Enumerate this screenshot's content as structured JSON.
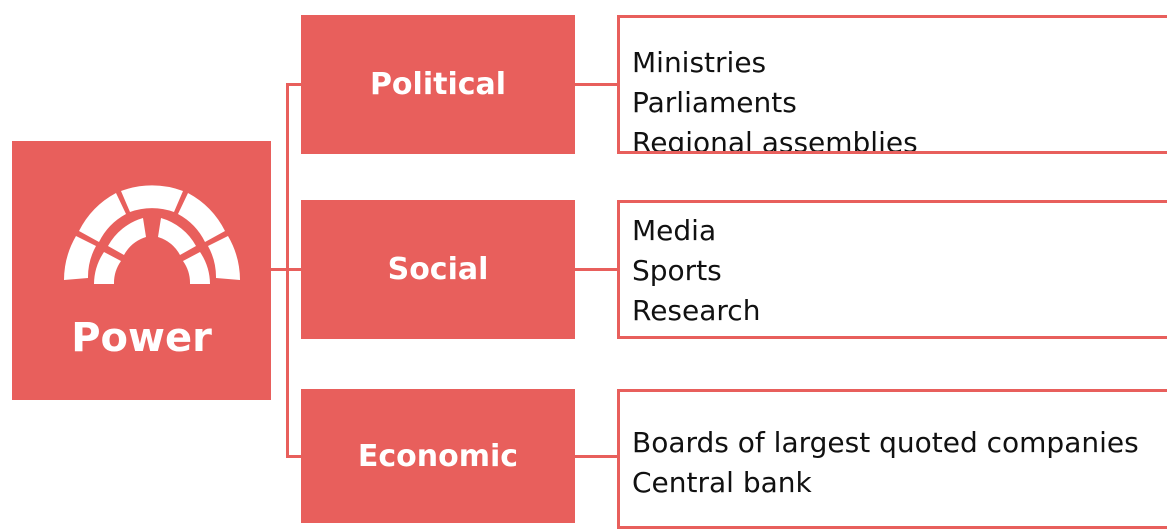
{
  "root": {
    "label": "Power",
    "icon": "parliament-icon"
  },
  "categories": [
    {
      "label": "Political",
      "items": [
        "Ministries",
        "Parliaments",
        "Regional assemblies"
      ]
    },
    {
      "label": "Social",
      "items": [
        "Media",
        "Sports",
        "Research"
      ]
    },
    {
      "label": "Economic",
      "items": [
        "Boards of largest quoted companies",
        "Central bank"
      ]
    }
  ],
  "colors": {
    "accent": "#e85f5c",
    "text": "#111111",
    "background": "#ffffff"
  }
}
